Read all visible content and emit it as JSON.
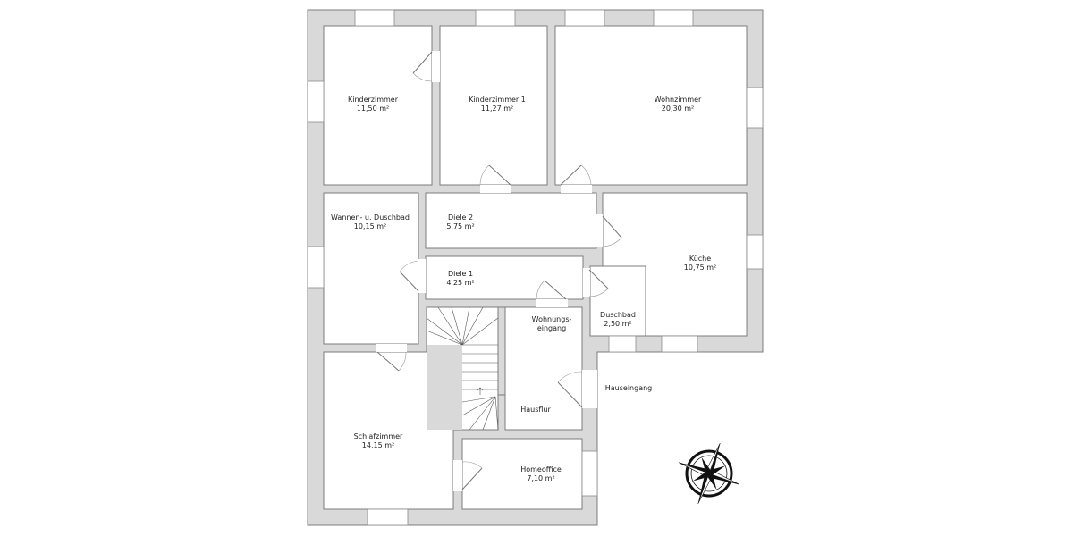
{
  "plan": {
    "rooms": [
      {
        "name": "Kinderzimmer",
        "area": "11,50 m²"
      },
      {
        "name": "Kinderzimmer 1",
        "area": "11,27 m²"
      },
      {
        "name": "Wohnzimmer",
        "area": "20,30 m²"
      },
      {
        "name": "Wannen- u. Duschbad",
        "area": "10,15 m²"
      },
      {
        "name": "Diele 2",
        "area": "5,75 m²"
      },
      {
        "name": "Küche",
        "area": "10,75 m²"
      },
      {
        "name": "Diele 1",
        "area": "4,25 m²"
      },
      {
        "name": "Duschbad",
        "area": "2,50 m²"
      },
      {
        "name": "Schlafzimmer",
        "area": "14,15 m²"
      },
      {
        "name": "Homeoffice",
        "area": "7,10 m²"
      }
    ],
    "labels": {
      "wohnungseingang_1": "Wohnungs-",
      "wohnungseingang_2": "eingang",
      "hausflur": "Hausflur",
      "hauseingang": "Hauseingang"
    },
    "compass_icon": "compass-rose-icon",
    "colors": {
      "wall": "#d9d9d9",
      "outline": "#7c7c7c"
    }
  }
}
